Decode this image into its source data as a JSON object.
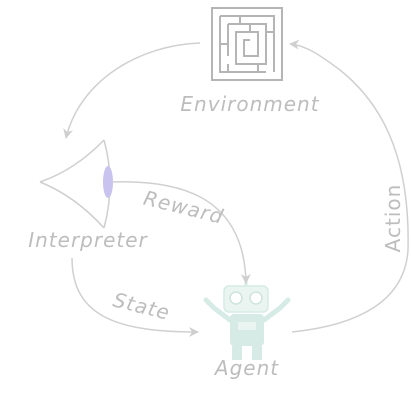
{
  "labels": {
    "environment": "Environment",
    "interpreter": "Interpreter",
    "agent": "Agent",
    "action": "Action",
    "reward": "Reward",
    "state": "State"
  },
  "icons": {
    "environment": "maze-icon",
    "interpreter": "eye-icon",
    "agent": "robot-icon"
  },
  "colors": {
    "line": "#cfcfcf",
    "text": "#bdbdbd",
    "maze": "#b5b5b5",
    "eye_iris": "#c9c3f0",
    "robot_body": "#d6ebe6",
    "robot_head": "#eaf5f2"
  }
}
